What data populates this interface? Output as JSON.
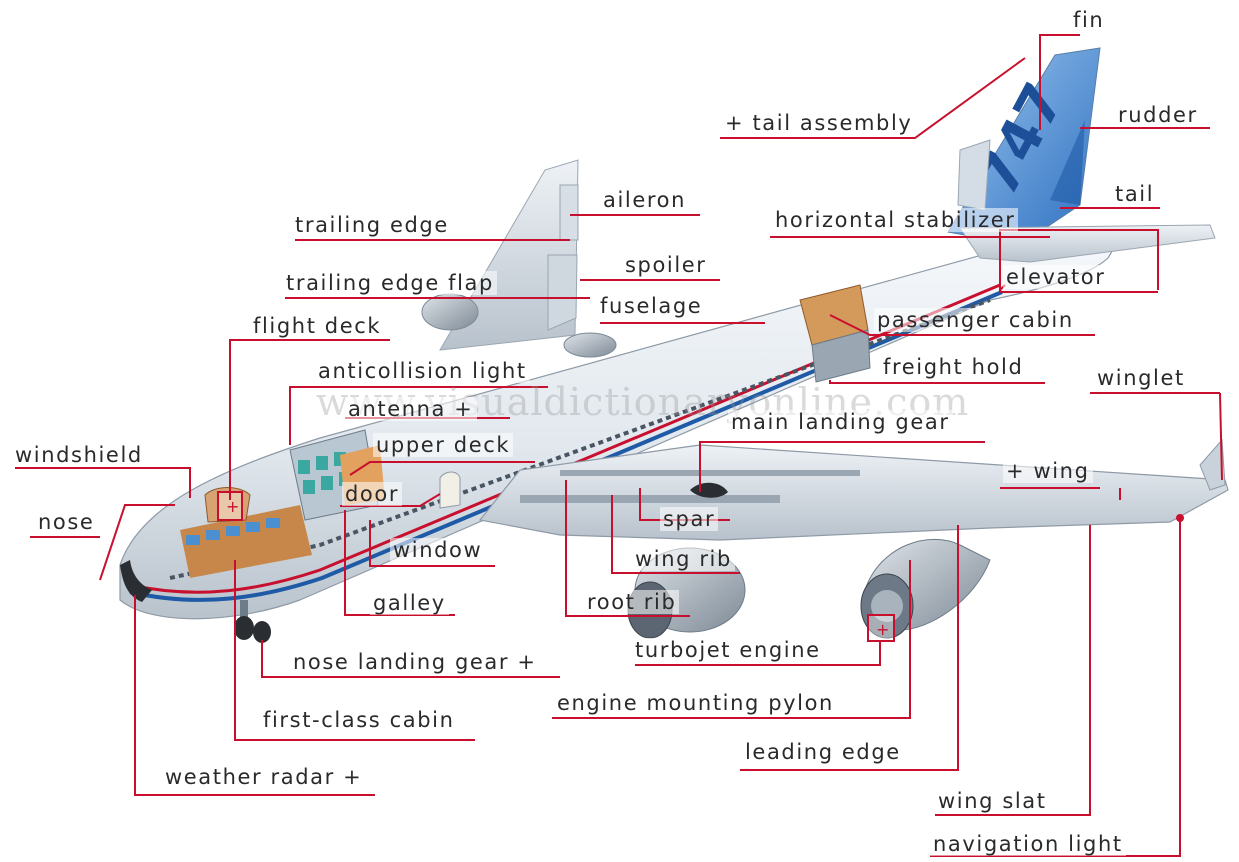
{
  "diagram": {
    "subject": "Boeing 747 airplane",
    "tail_marking": "747",
    "watermark": "www.visualdictionaryonline.com",
    "labels": {
      "fin": "fin",
      "tail_assembly": "+ tail assembly",
      "rudder": "rudder",
      "aileron": "aileron",
      "trailing_edge": "trailing edge",
      "horizontal_stabilizer": "horizontal stabilizer",
      "tail": "tail",
      "spoiler": "spoiler",
      "elevator": "elevator",
      "trailing_edge_flap": "trailing edge flap",
      "fuselage": "fuselage",
      "flight_deck": "flight deck",
      "passenger_cabin": "passenger cabin",
      "anticollision_light": "anticollision light",
      "freight_hold": "freight hold",
      "winglet": "winglet",
      "antenna": "antenna +",
      "main_landing_gear": "main landing gear",
      "upper_deck": "upper deck",
      "windshield": "windshield",
      "wing": "+ wing",
      "door": "door",
      "nose": "nose",
      "spar": "spar",
      "window": "window",
      "wing_rib": "wing rib",
      "galley": "galley",
      "root_rib": "root rib",
      "turbojet_engine": "turbojet engine",
      "nose_landing_gear": "nose landing gear +",
      "engine_mounting_pylon": "engine mounting pylon",
      "first_class_cabin": "first-class cabin",
      "leading_edge": "leading edge",
      "weather_radar": "weather radar +",
      "wing_slat": "wing slat",
      "navigation_light": "navigation light"
    }
  },
  "colors": {
    "leader_line": "#c8102e",
    "fuselage": "#e9eef3",
    "stripe_blue": "#1f5aa6",
    "stripe_red": "#c8102e",
    "tail_blue": "#2f74c6",
    "interior_orange": "#c8874a",
    "seat_blue": "#4a8fd0",
    "engine_gray": "#8d98a3"
  }
}
